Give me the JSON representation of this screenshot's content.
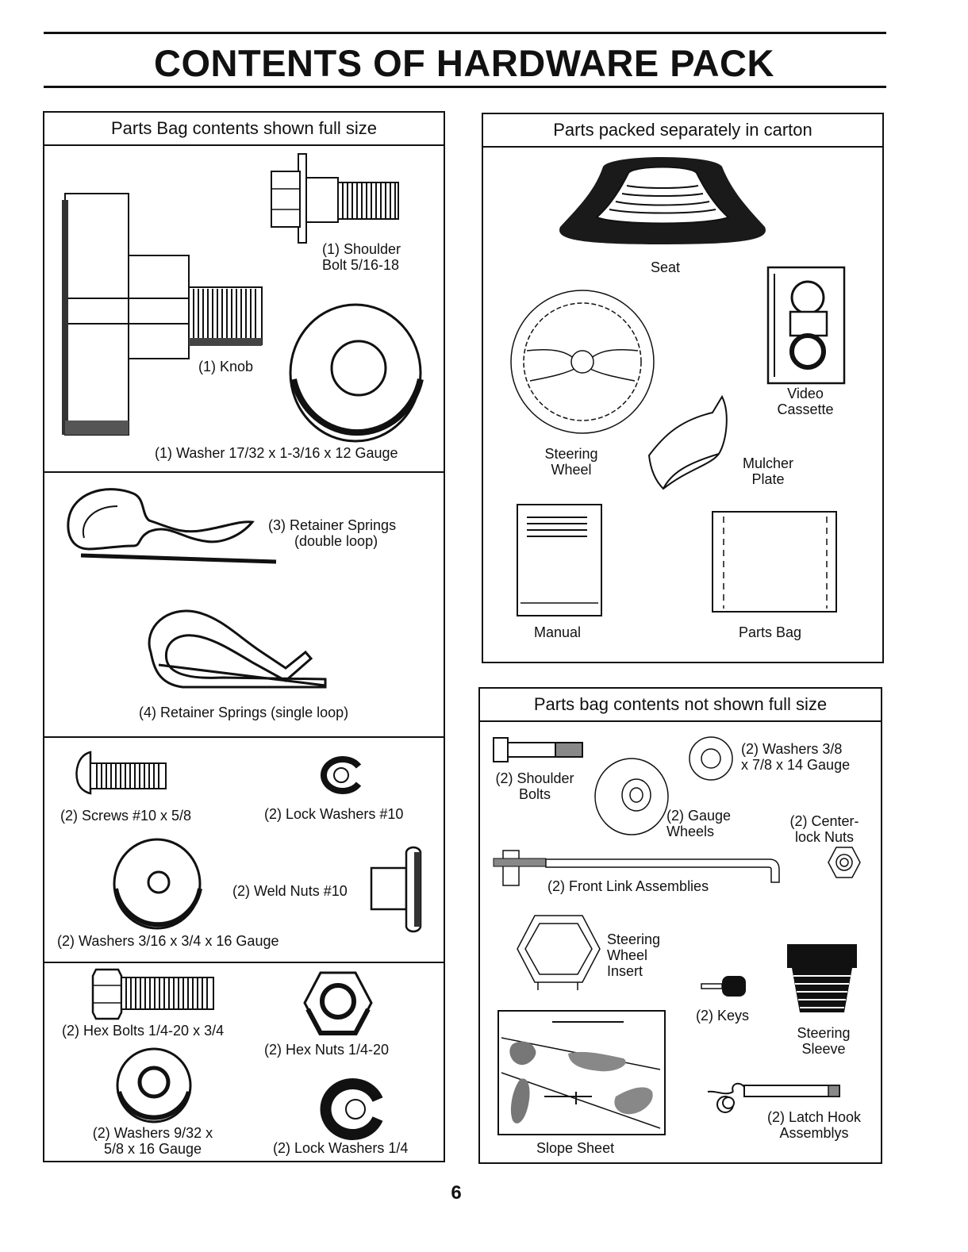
{
  "title": "CONTENTS OF HARDWARE PACK",
  "page_number": "6",
  "left_panel": {
    "header": "Parts Bag contents shown full size",
    "shoulder_bolt": [
      "(1) Shoulder",
      "Bolt 5/16-18"
    ],
    "knob": "(1) Knob",
    "washer_large": "(1) Washer  17/32 x 1-3/16 x 12 Gauge",
    "retainer_double": [
      "(3)  Retainer Springs",
      "(double loop)"
    ],
    "retainer_single": "(4)  Retainer Springs (single loop)",
    "screws": "(2) Screws  #10 x 5/8",
    "lock_washers_10": "(2) Lock Washers  #10",
    "weld_nuts": "(2) Weld Nuts  #10",
    "washers_3_16": "(2) Washers  3/16 x 3/4 x 16 Gauge",
    "hex_bolts": "(2) Hex Bolts  1/4-20 x 3/4",
    "hex_nuts": "(2) Hex Nuts  1/4-20",
    "washers_9_32": [
      "(2) Washers  9/32  x",
      "5/8 x 16 Gauge"
    ],
    "lock_washers_1_4": "(2) Lock Washers  1/4"
  },
  "right_top_panel": {
    "header": "Parts packed separately in carton",
    "seat": "Seat",
    "video_cassette": [
      "Video",
      "Cassette"
    ],
    "steering_wheel": [
      "Steering",
      "Wheel"
    ],
    "mulcher_plate": [
      "Mulcher",
      "Plate"
    ],
    "manual": "Manual",
    "parts_bag": "Parts Bag"
  },
  "right_bottom_panel": {
    "header": "Parts bag contents not shown full size",
    "shoulder_bolts": [
      "(2) Shoulder",
      "Bolts"
    ],
    "washers_3_8": [
      "(2) Washers  3/8",
      "x 7/8 x 14 Gauge"
    ],
    "gauge_wheels": [
      "(2) Gauge",
      "Wheels"
    ],
    "center_lock_nuts": [
      "(2) Center-",
      "lock Nuts"
    ],
    "front_link": "(2) Front Link Assemblies",
    "steering_wheel_insert": [
      "Steering",
      "Wheel",
      "Insert"
    ],
    "keys": "(2) Keys",
    "steering_sleeve": [
      "Steering",
      "Sleeve"
    ],
    "slope_sheet": "Slope Sheet",
    "latch_hook": [
      "(2) Latch Hook",
      "Assemblys"
    ]
  }
}
